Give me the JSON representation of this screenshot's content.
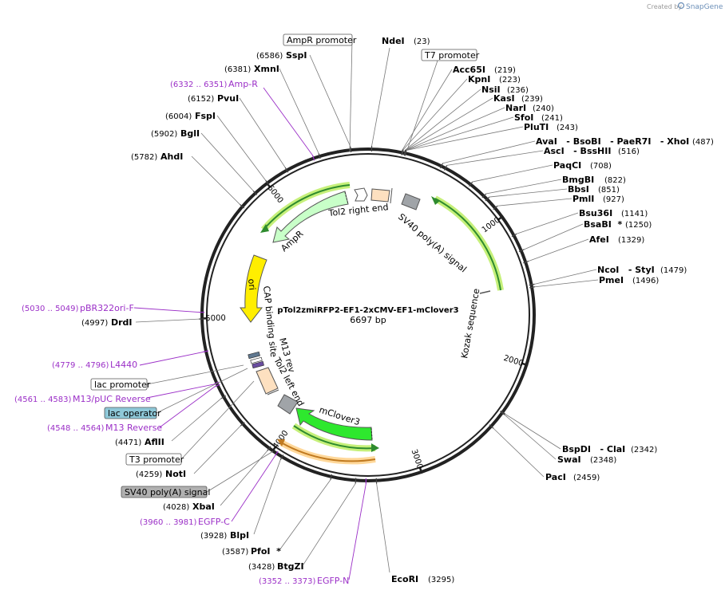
{
  "credit": {
    "prefix": "Created by",
    "brand": "SnapGene"
  },
  "plasmid": {
    "name": "pTol2zmiRFP2-EF1-2xCMV-EF1-mClover3",
    "size_label": "6697 bp",
    "total_bp": 6697
  },
  "ticks": [
    {
      "bp": 1000,
      "label": "1000"
    },
    {
      "bp": 2000,
      "label": "2000"
    },
    {
      "bp": 3000,
      "label": "3000"
    },
    {
      "bp": 4000,
      "label": "4000"
    },
    {
      "bp": 5000,
      "label": "5000"
    },
    {
      "bp": 6000,
      "label": "6000"
    }
  ],
  "site_labels": [
    {
      "name": "NdeI",
      "pos": "(23)",
      "bp": 23,
      "side": "R"
    },
    {
      "name": "Acc65I",
      "pos": "(219)",
      "bp": 219,
      "side": "R"
    },
    {
      "name": "KpnI",
      "pos": "(223)",
      "bp": 223,
      "side": "R"
    },
    {
      "name": "NsiI",
      "pos": "(236)",
      "bp": 236,
      "side": "R"
    },
    {
      "name": "KasI",
      "pos": "(239)",
      "bp": 239,
      "side": "R"
    },
    {
      "name": "NarI",
      "pos": "(240)",
      "bp": 240,
      "side": "R"
    },
    {
      "name": "SfoI",
      "pos": "(241)",
      "bp": 241,
      "side": "R"
    },
    {
      "name": "PluTI",
      "pos": "(243)",
      "bp": 243,
      "side": "R"
    },
    {
      "name": "AvaI   - BsoBI   - PaeR7I   - XhoI",
      "pos": "(487)",
      "bp": 487,
      "side": "R"
    },
    {
      "name": "AscI   - BssHII",
      "pos": "(516)",
      "bp": 516,
      "side": "R"
    },
    {
      "name": "PaqCI",
      "pos": "(708)",
      "bp": 708,
      "side": "R"
    },
    {
      "name": "BmgBI",
      "pos": "(822)",
      "bp": 822,
      "side": "R"
    },
    {
      "name": "BbsI",
      "pos": "(851)",
      "bp": 851,
      "side": "R"
    },
    {
      "name": "PmlI",
      "pos": "(927)",
      "bp": 927,
      "side": "R"
    },
    {
      "name": "Bsu36I",
      "pos": "(1141)",
      "bp": 1141,
      "side": "R"
    },
    {
      "name": "BsaBI  *",
      "pos": "(1250)",
      "bp": 1250,
      "side": "R"
    },
    {
      "name": "AfeI",
      "pos": "(1329)",
      "bp": 1329,
      "side": "R"
    },
    {
      "name": "NcoI   - StyI",
      "pos": "(1479)",
      "bp": 1479,
      "side": "R"
    },
    {
      "name": "PmeI",
      "pos": "(1496)",
      "bp": 1496,
      "side": "R"
    },
    {
      "name": "BspDI   - ClaI",
      "pos": "(2342)",
      "bp": 2342,
      "side": "R"
    },
    {
      "name": "SwaI",
      "pos": "(2348)",
      "bp": 2348,
      "side": "R"
    },
    {
      "name": "PacI",
      "pos": "(2459)",
      "bp": 2459,
      "side": "R"
    },
    {
      "name": "EcoRI",
      "pos": "(3295)",
      "bp": 3295,
      "side": "R"
    },
    {
      "name": "BtgZI",
      "pos": "(3428)",
      "bp": 3428,
      "side": "L"
    },
    {
      "name": "PfoI  *",
      "pos": "(3587)",
      "bp": 3587,
      "side": "L"
    },
    {
      "name": "BlpI",
      "pos": "(3928)",
      "bp": 3928,
      "side": "L"
    },
    {
      "name": "XbaI",
      "pos": "(4028)",
      "bp": 4028,
      "side": "L"
    },
    {
      "name": "NotI",
      "pos": "(4259)",
      "bp": 4259,
      "side": "L"
    },
    {
      "name": "AflII",
      "pos": "(4471)",
      "bp": 4471,
      "side": "L"
    },
    {
      "name": "DrdI",
      "pos": "(4997)",
      "bp": 4997,
      "side": "L"
    },
    {
      "name": "AhdI",
      "pos": "(5782)",
      "bp": 5782,
      "side": "L"
    },
    {
      "name": "BglI",
      "pos": "(5902)",
      "bp": 5902,
      "side": "L"
    },
    {
      "name": "FspI",
      "pos": "(6004)",
      "bp": 6004,
      "side": "L"
    },
    {
      "name": "PvuI",
      "pos": "(6152)",
      "bp": 6152,
      "side": "L"
    },
    {
      "name": "XmnI",
      "pos": "(6381)",
      "bp": 6381,
      "side": "L"
    },
    {
      "name": "SspI",
      "pos": "(6586)",
      "bp": 6586,
      "side": "L"
    }
  ],
  "primer_labels": [
    {
      "name": "Amp-R",
      "pos": "(6332 .. 6351)",
      "bp": 6341,
      "side": "L"
    },
    {
      "name": "pBR322ori-F",
      "pos": "(5030 .. 5049)",
      "bp": 5040,
      "side": "L"
    },
    {
      "name": "L4440",
      "pos": "(4779 .. 4796)",
      "bp": 4787,
      "side": "L"
    },
    {
      "name": "M13/pUC Reverse",
      "pos": "(4561 .. 4583)",
      "bp": 4572,
      "side": "L"
    },
    {
      "name": "M13 Reverse",
      "pos": "(4548 .. 4564)",
      "bp": 4556,
      "side": "L"
    },
    {
      "name": "EGFP-C",
      "pos": "(3960 .. 3981)",
      "bp": 3970,
      "side": "L"
    },
    {
      "name": "EGFP-N",
      "pos": "(3352 .. 3373)",
      "bp": 3362,
      "side": "L"
    }
  ],
  "boxed_labels": [
    {
      "text": "AmpR promoter",
      "style": "white"
    },
    {
      "text": "T7 promoter",
      "style": "white"
    },
    {
      "text": "lac promoter",
      "style": "white"
    },
    {
      "text": "lac operator",
      "style": "teal"
    },
    {
      "text": "T3 promoter",
      "style": "white"
    },
    {
      "text": "SV40 poly(A) signal",
      "style": "gray"
    }
  ],
  "features": [
    {
      "name": "Tol2 right end",
      "color": "#fde0c0"
    },
    {
      "name": "SV40 poly(A) signal",
      "color": "#a0a4a8"
    },
    {
      "name": "Kozak sequence",
      "color": "#909090"
    },
    {
      "name": "mClover3",
      "color": "#2ee82e"
    },
    {
      "name": "Tol2 left end",
      "color": "#fde0c0"
    },
    {
      "name": "M13 rev",
      "color": "#909090"
    },
    {
      "name": "CAP binding site",
      "color": "#909090"
    },
    {
      "name": "ori",
      "color": "#ffee00"
    },
    {
      "name": "AmpR",
      "color": "#c8ffc8"
    }
  ]
}
